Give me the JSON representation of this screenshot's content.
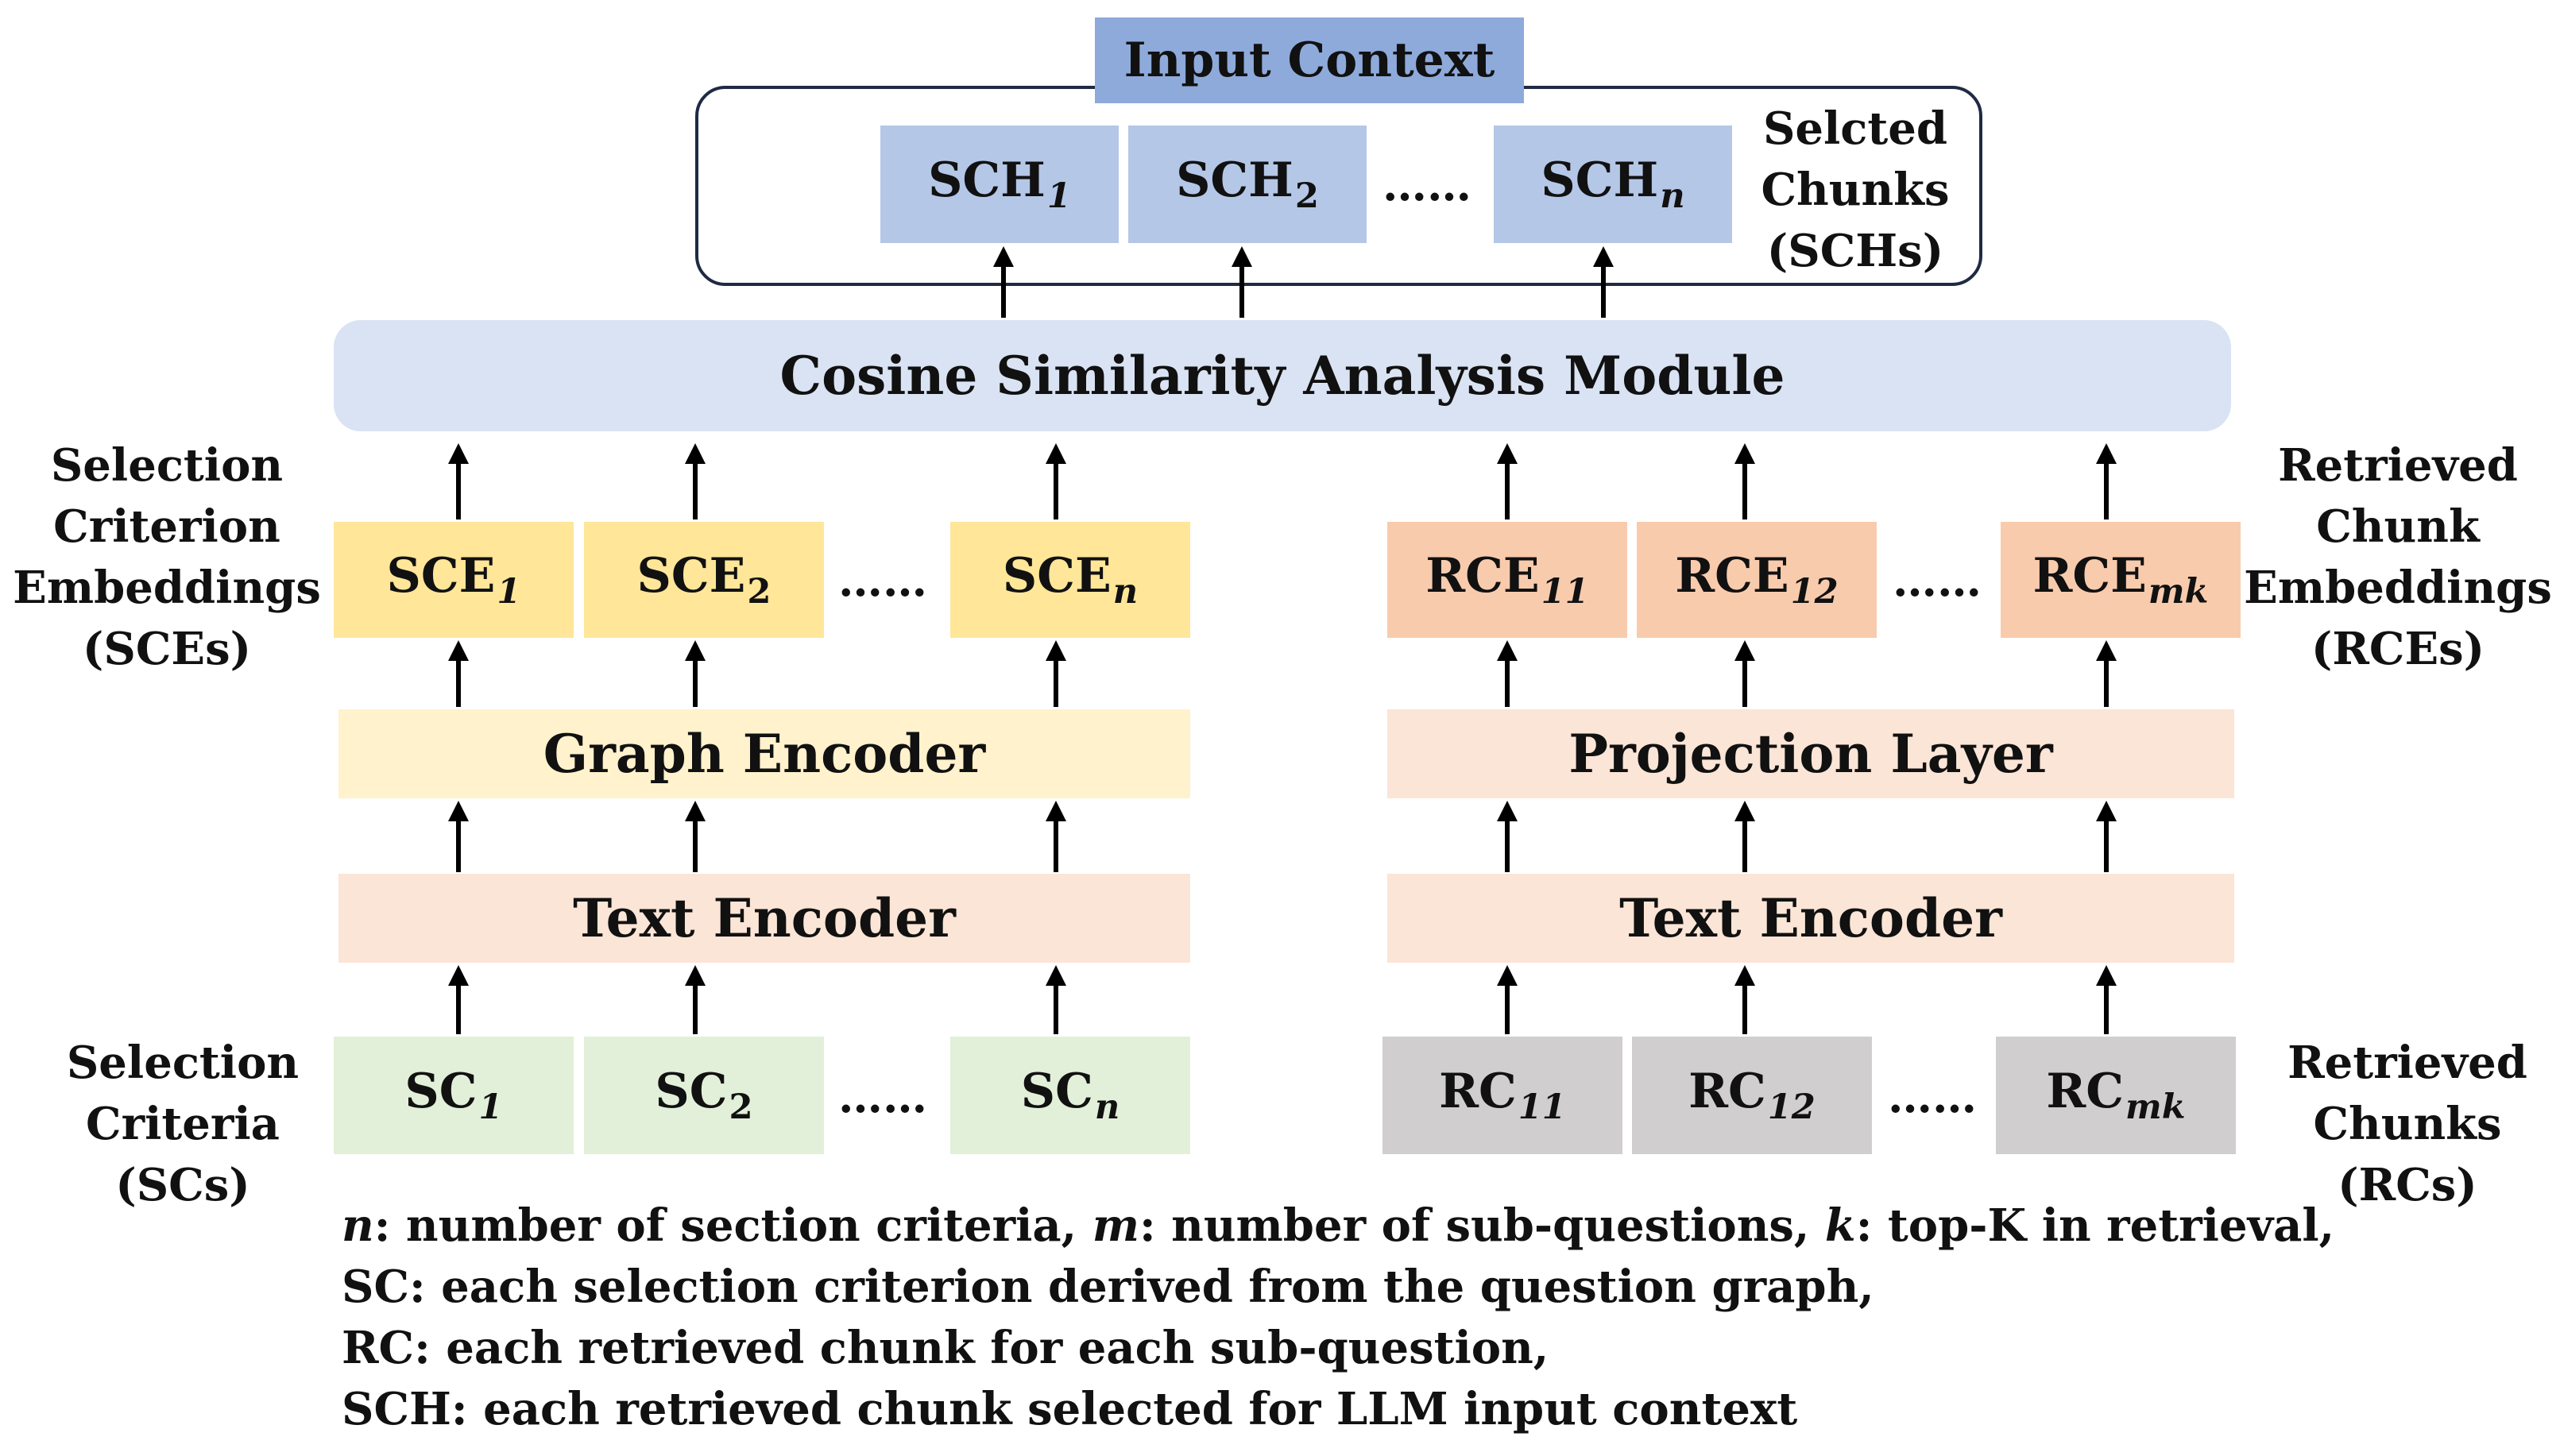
{
  "input_context": {
    "title": "Input Context",
    "label": [
      "Selcted",
      "Chunks",
      "(SCHs)"
    ]
  },
  "sch": [
    {
      "base": "SCH",
      "sub": "1",
      "italic": true
    },
    {
      "base": "SCH",
      "sub": "2",
      "italic": false
    },
    {
      "base": "SCH",
      "sub": "n",
      "italic": true
    }
  ],
  "cosine_module": "Cosine Similarity Analysis Module",
  "left": {
    "embeddings_label": [
      "Selection",
      "Criterion",
      "Embeddings",
      "(SCEs)"
    ],
    "sce": [
      {
        "base": "SCE",
        "sub": "1",
        "italic": true
      },
      {
        "base": "SCE",
        "sub": "2",
        "italic": false
      },
      {
        "base": "SCE",
        "sub": "n",
        "italic": true
      }
    ],
    "graph_encoder": "Graph Encoder",
    "text_encoder": "Text Encoder",
    "sc": [
      {
        "base": "SC",
        "sub": "1",
        "italic": true
      },
      {
        "base": "SC",
        "sub": "2",
        "italic": false
      },
      {
        "base": "SC",
        "sub": "n",
        "italic": true
      }
    ],
    "inputs_label": [
      "Selection",
      "Criteria",
      "(SCs)"
    ]
  },
  "right": {
    "embeddings_label": [
      "Retrieved",
      "Chunk",
      "Embeddings",
      "(RCEs)"
    ],
    "rce": [
      {
        "base": "RCE",
        "sub": "11",
        "italic": true
      },
      {
        "base": "RCE",
        "sub": "12",
        "italic": true
      },
      {
        "base": "RCE",
        "sub": "mk",
        "italic": true
      }
    ],
    "projection_layer": "Projection Layer",
    "text_encoder": "Text Encoder",
    "rc": [
      {
        "base": "RC",
        "sub": "11",
        "italic": true
      },
      {
        "base": "RC",
        "sub": "12",
        "italic": true
      },
      {
        "base": "RC",
        "sub": "mk",
        "italic": true
      }
    ],
    "inputs_label": [
      "Retrieved",
      "Chunks",
      "(RCs)"
    ]
  },
  "ellipsis": "……",
  "footer": {
    "line1": [
      {
        "text": "n",
        "italic": true
      },
      {
        "text": ": number of section criteria, ",
        "italic": false
      },
      {
        "text": "m",
        "italic": true
      },
      {
        "text": ": number of sub-questions, ",
        "italic": false
      },
      {
        "text": "k",
        "italic": true
      },
      {
        "text": ": top-K in retrieval,",
        "italic": false
      }
    ],
    "line2": "SC: each selection criterion derived from the question graph,",
    "line3": "RC: each retrieved chunk for each sub-question,",
    "line4": "SCH: each retrieved chunk selected for LLM input context"
  },
  "colors": {
    "blue_dark": "#8eaadb",
    "blue": "#b4c7e7",
    "blue_light": "#dae3f3",
    "yellow": "#ffe699",
    "yellow_light": "#fff2cc",
    "salmon": "#f8cbad",
    "peach": "#fbe5d6",
    "green": "#e2f0d9",
    "gray": "#d0cece"
  }
}
